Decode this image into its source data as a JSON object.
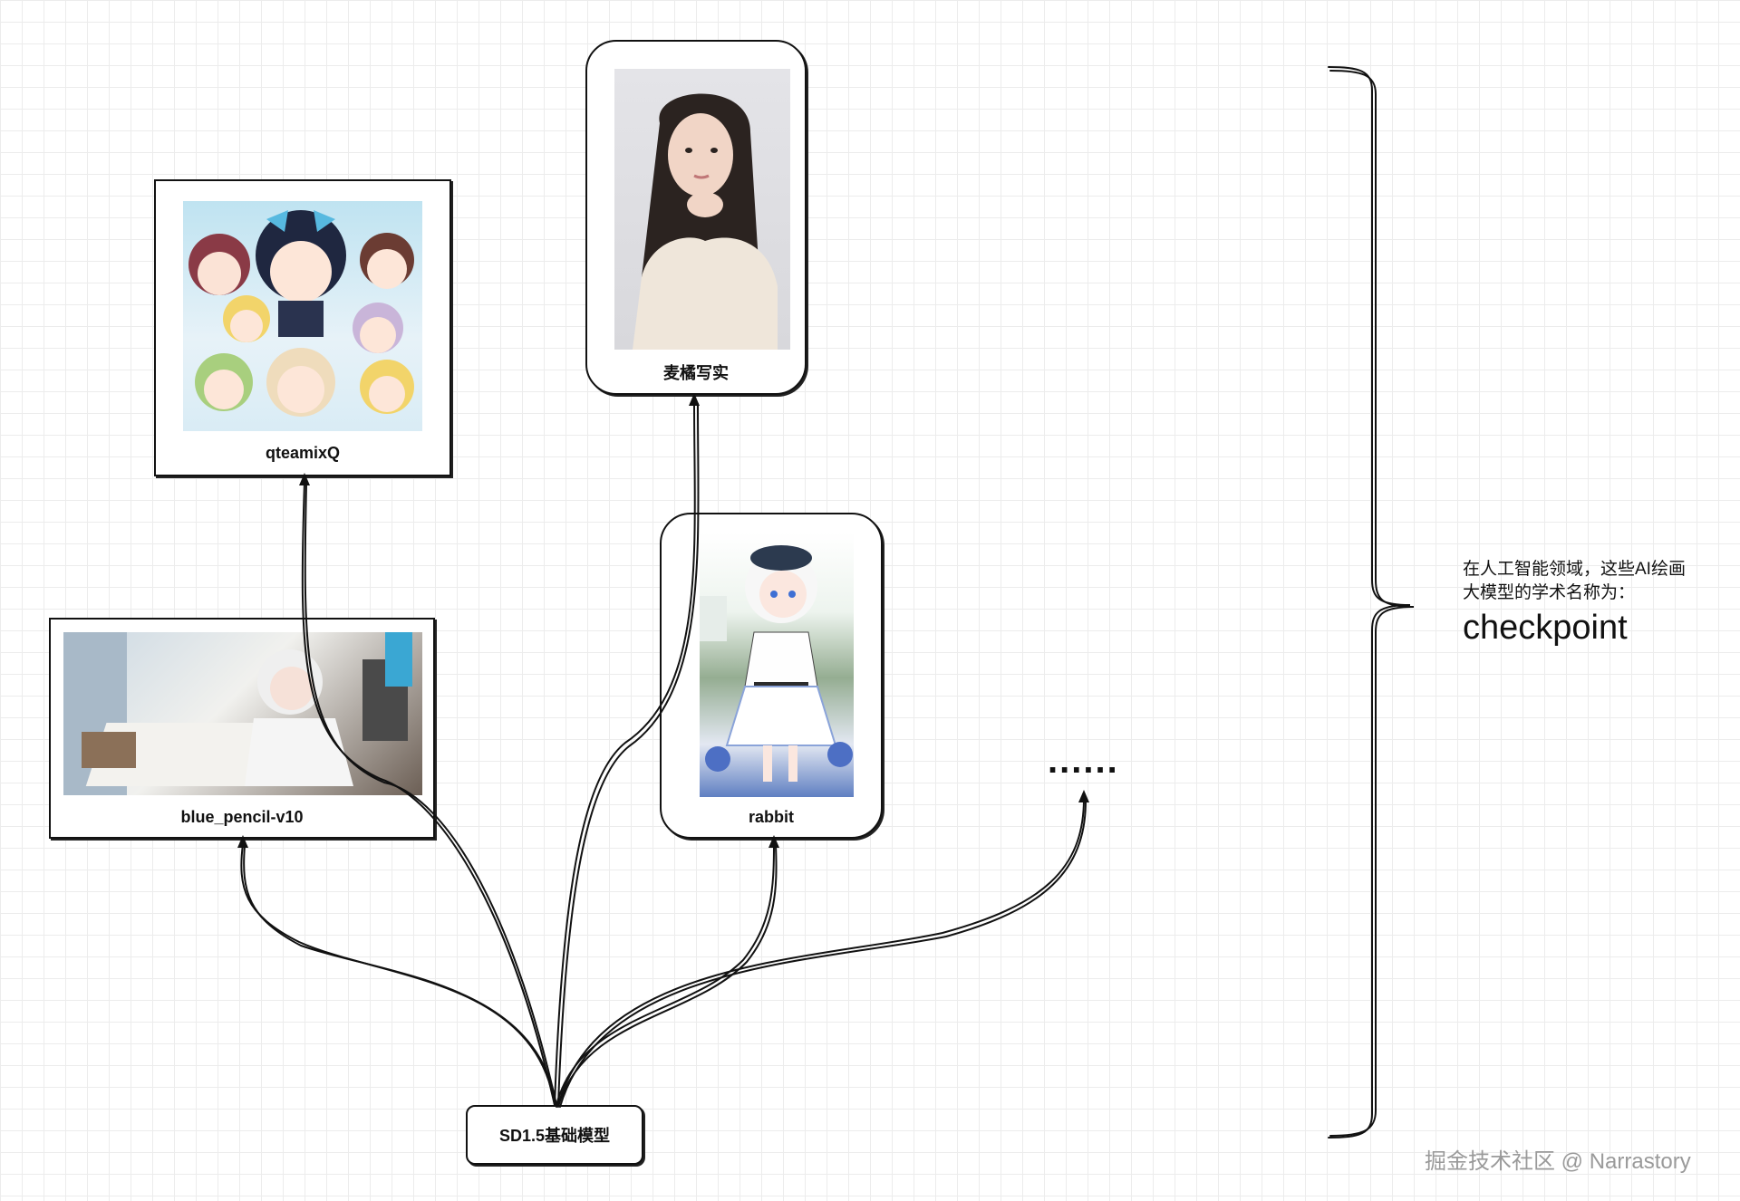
{
  "nodes": {
    "qteamix": {
      "label": "qteamixQ"
    },
    "maiju": {
      "label": "麦橘写实"
    },
    "blue_pencil": {
      "label": "blue_pencil-v10"
    },
    "rabbit": {
      "label": "rabbit"
    },
    "root": {
      "label": "SD1.5基础模型"
    },
    "more": {
      "label": "......"
    }
  },
  "annotation": {
    "description": "在人工智能领域，这些AI绘画大模型的学术名称为：",
    "term": "checkpoint"
  },
  "watermark": "掘金技术社区 @ Narrastory"
}
